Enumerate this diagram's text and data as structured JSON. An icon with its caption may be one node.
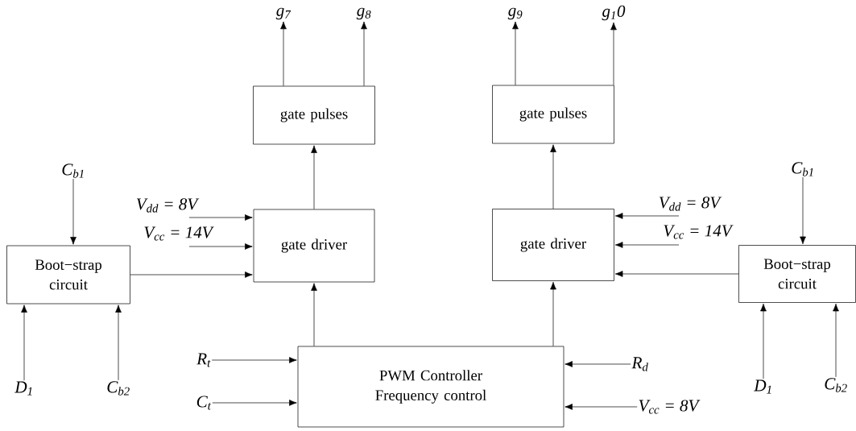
{
  "diagram": {
    "nodes": [
      {
        "text": [
          "gate pulses"
        ]
      },
      {
        "text": [
          "gate pulses"
        ]
      },
      {
        "text": [
          "gate driver"
        ]
      },
      {
        "text": [
          "gate driver"
        ]
      },
      {
        "text": [
          "Boot−strap circuit"
        ]
      },
      {
        "text": [
          "Boot−strap circuit"
        ]
      },
      {
        "text": [
          "PWM Controller",
          "Frequency control"
        ]
      },
      {
        "text": [
          "*g*$_{7}$"
        ]
      },
      {
        "text": [
          "*g*$_{8}$"
        ]
      },
      {
        "text": [
          "*g*$_{9}$"
        ]
      },
      {
        "text": [
          "*g*$_{1}$0"
        ]
      },
      {
        "text": [
          "C$_{b1}$"
        ]
      },
      {
        "text": [
          "D$_{1}$"
        ]
      },
      {
        "text": [
          "C$_{b2}$"
        ]
      },
      {
        "text": [
          "V$_{dd}$ = 8V"
        ]
      },
      {
        "text": [
          "V$_{cc}$ = 14V"
        ]
      },
      {
        "text": [
          "R$_{t}$"
        ]
      },
      {
        "text": [
          "C$_{t}$"
        ]
      },
      {
        "text": [
          "C$_{b1}$"
        ]
      },
      {
        "text": [
          "D$_{1}$"
        ]
      },
      {
        "text": [
          "C$_{b2}$"
        ]
      },
      {
        "text": [
          "V$_{dd}$ = 8V"
        ]
      },
      {
        "text": [
          "V$_{cc}$ = 14V"
        ]
      },
      {
        "text": [
          "R$_{d}$"
        ]
      },
      {
        "text": [
          "V$_{cc}$ = 8V"
        ]
      }
    ],
    "edges": [
      {
        "from": 0,
        "to": 7,
        "arrow": "to"
      },
      {
        "from": 0,
        "to": 8,
        "arrow": "to"
      },
      {
        "from": 1,
        "to": 9,
        "arrow": "to"
      },
      {
        "from": 1,
        "to": 10,
        "arrow": "to"
      },
      {
        "from": 2,
        "to": 0,
        "arrow": "to"
      },
      {
        "from": 3,
        "to": 1,
        "arrow": "to"
      },
      {
        "from": 11,
        "to": 4,
        "arrow": "to"
      },
      {
        "from": 12,
        "to": 4,
        "arrow": "to"
      },
      {
        "from": 13,
        "to": 4,
        "arrow": "to"
      },
      {
        "from": 14,
        "to": 2,
        "arrow": "to"
      },
      {
        "from": 15,
        "to": 2,
        "arrow": "to"
      },
      {
        "from": 4,
        "to": 2,
        "arrow": "to"
      },
      {
        "from": 6,
        "to": 2,
        "arrow": "to"
      },
      {
        "from": 18,
        "to": 5,
        "arrow": "to"
      },
      {
        "from": 19,
        "to": 5,
        "arrow": "to"
      },
      {
        "from": 20,
        "to": 5,
        "arrow": "to"
      },
      {
        "from": 21,
        "to": 3,
        "arrow": "to"
      },
      {
        "from": 22,
        "to": 3,
        "arrow": "to"
      },
      {
        "from": 5,
        "to": 3,
        "arrow": "to"
      },
      {
        "from": 6,
        "to": 3,
        "arrow": "to"
      },
      {
        "from": 16,
        "to": 6,
        "arrow": "to"
      },
      {
        "from": 17,
        "to": 6,
        "arrow": "to"
      },
      {
        "from": 23,
        "to": 6,
        "arrow": "to"
      },
      {
        "from": 24,
        "to": 6,
        "arrow": "to"
      }
    ]
  }
}
